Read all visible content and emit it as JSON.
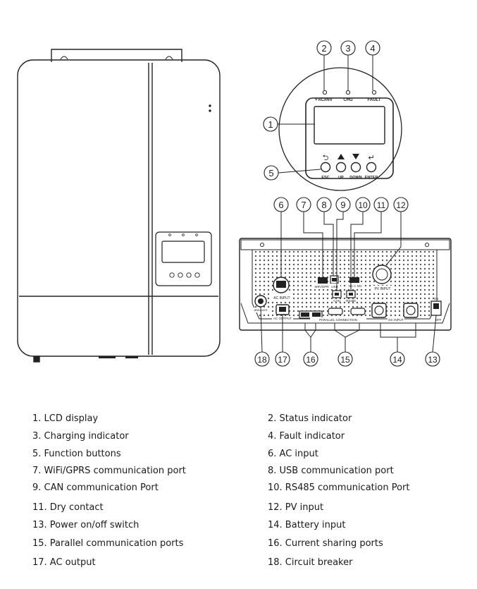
{
  "panel_labels": {
    "ac_inv": "AC/INV",
    "chg": "CHG",
    "fault": "FAULT",
    "esc": "ESC",
    "up": "UP",
    "down": "DOWN",
    "enter": "ENTER"
  },
  "port_labels": {
    "ac_input": "AC INPUT",
    "wifi_gprs": "WiFi/GPRS",
    "usb": "USB",
    "can": "CAN",
    "rs485": "RS485",
    "dry_contact": "NC C NO",
    "pv_input": "PV INPUT",
    "breaker": "BREAKER",
    "ac_output": "AC OUTPUT",
    "parallel_connection": "PARALLEL CONNECTION",
    "dc_input": "DC INPUT",
    "switch_on": "ON",
    "switch_off": "OFF"
  },
  "callouts": [
    "1",
    "2",
    "3",
    "4",
    "5",
    "6",
    "7",
    "8",
    "9",
    "10",
    "11",
    "12",
    "13",
    "14",
    "15",
    "16",
    "17",
    "18"
  ],
  "legend": [
    "1. LCD display",
    "2. Status indicator",
    "3. Charging indicator",
    "4. Fault indicator",
    "5. Function buttons",
    "6. AC input",
    "7. WiFi/GPRS communication port",
    "8. USB communication port",
    "9. CAN communication Port",
    "10. RS485 communication Port",
    "11. Dry contact",
    "12. PV input",
    "13. Power on/off switch",
    "14. Battery input",
    "15. Parallel communication ports",
    "16. Current sharing ports",
    "17. AC output",
    "18. Circuit breaker"
  ]
}
